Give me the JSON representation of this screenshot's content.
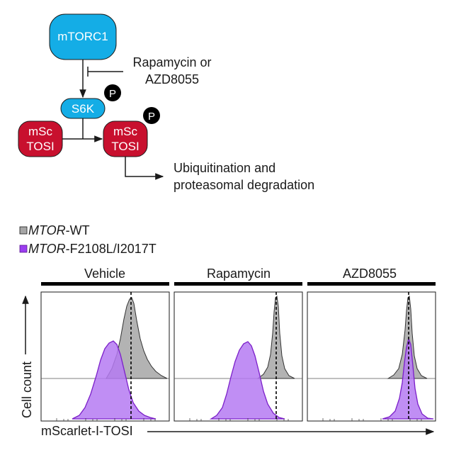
{
  "pathway": {
    "mtorc1": "mTORC1",
    "inhibitor_line1": "Rapamycin or",
    "inhibitor_line2": "AZD8055",
    "s6k": "S6K",
    "phospho": "P",
    "msc_left_line1": "mSc",
    "msc_left_line2": "TOSI",
    "msc_right_line1": "mSc",
    "msc_right_line2": "TOSI",
    "outcome_line1": "Ubiquitination and",
    "outcome_line2": "proteasomal degradation"
  },
  "legend": [
    {
      "gene": "MTOR",
      "suffix": "-WT",
      "color": "#a6a6a6"
    },
    {
      "gene": "MTOR",
      "suffix": "-F2108L/I2017T",
      "color": "#9b3df0"
    }
  ],
  "panels": [
    {
      "label": "Vehicle"
    },
    {
      "label": "Rapamycin"
    },
    {
      "label": "AZD8055"
    }
  ],
  "axes": {
    "ylabel": "Cell count",
    "xlabel": "mScarlet-I-TOSI"
  },
  "colors": {
    "mtorc1": "#14ade6",
    "s6k": "#14ade6",
    "mscarlet": "#c8102e",
    "phospho": "#000000",
    "wt_fill": "#a6a6a6",
    "mut_fill": "#b57af2",
    "mut_edge": "#7b1fc9"
  }
}
